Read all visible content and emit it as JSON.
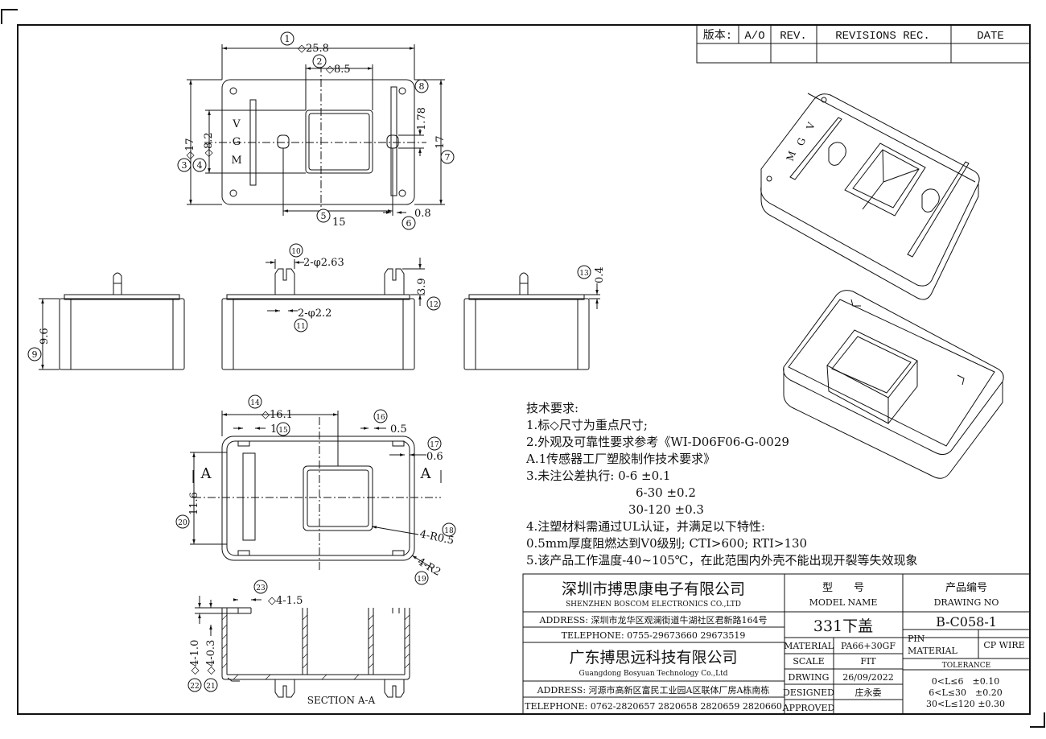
{
  "revision_block": {
    "version_label": "版本:",
    "version_value": "A/O",
    "rev_header": "REV.",
    "revisions_header": "REVISIONS REC.",
    "date_header": "DATE"
  },
  "top_view": {
    "mark_labels": [
      "V",
      "G",
      "M"
    ],
    "dims": {
      "overall_width": "◇25.8",
      "window_width": "◇8.5",
      "slot_offset": "1.78",
      "body_height": "◇17",
      "window_height": "◇8.2",
      "body_height_right": "17",
      "pin_pitch": "15",
      "slot_width": "0.8"
    }
  },
  "side_views": {
    "height": "9.6",
    "pin_dia_top": "2-φ2.63",
    "pin_dia_base": "2-φ2.2",
    "pin_length": "3.9",
    "step": "0.4"
  },
  "bottom_view": {
    "dims": {
      "inner_width": "◇16.1",
      "offset_1": "1",
      "offset_05": "0.5",
      "offset_06": "0.6",
      "inner_height": "11.6",
      "inner_corner": "4-R0.5",
      "outer_corner": "4-R2"
    },
    "section_left": "A",
    "section_right": "A"
  },
  "section_view": {
    "title": "SECTION A-A",
    "dim_top": "◇4-1.5",
    "dim_left_1": "◇4-1.0",
    "dim_left_2": "◇4-0.3"
  },
  "balloons": [
    "1",
    "2",
    "3",
    "4",
    "5",
    "6",
    "7",
    "8",
    "9",
    "10",
    "11",
    "12",
    "13",
    "14",
    "15",
    "16",
    "17",
    "18",
    "19",
    "20",
    "21",
    "22",
    "23"
  ],
  "tech_requirements": [
    "技术要求:",
    "1.标◇尺寸为重点尺寸;",
    "2.外观及可靠性要求参考《WI-D06F06-G-0029",
    "A.1传感器工厂塑胶制作技术要求》",
    "3.未注公差执行: 0-6 ±0.1",
    "6-30 ±0.2",
    "30-120 ±0.3",
    "4.注塑材料需通过UL认证，并满足以下特性:",
    "0.5mm厚度阻燃达到V0级别; CTI>600; RTI>130",
    "5.该产品工作温度-40~105℃，在此范围内外壳不能出现开裂等失效现象"
  ],
  "title_block": {
    "company_cn": "深圳市搏思康电子有限公司",
    "company_en": "SHENZHEN BOSCOM ELECTRONICS CO.,LTD",
    "address1": "ADDRESS: 深圳市龙华区观澜街道牛湖社区君新路164号",
    "telephone1": "TELEPHONE: 0755-29673660 29673519",
    "company2_cn": "广东搏思远科技有限公司",
    "company2_en": "Guangdong Bosyuan Technology Co.,Ltd",
    "address2": "ADDRESS: 河源市高新区富民工业园A区联体厂房A栋南栋",
    "telephone2": "TELEPHONE: 0762-2820657 2820658 2820659 2820660",
    "model_label_cn": "型　　号",
    "model_label_en": "MODEL NAME",
    "model_value": "331下盖",
    "drawing_label_cn": "产品编号",
    "drawing_label_en": "DRAWING NO",
    "drawing_value": "B-C058-1",
    "material_label": "MATERIAL",
    "material_value": "PA66+30GF",
    "pin_material_label_1": "PIN",
    "pin_material_label_2": "MATERIAL",
    "pin_material_value": "CP WIRE",
    "scale_label": "SCALE",
    "scale_value": "FIT",
    "tolerance_label": "TOLERANCE",
    "drwing_label": "DRWING",
    "drwing_value": "26/09/2022",
    "designed_label": "DESIGNED",
    "designed_value": "庄永委",
    "approved_label": "APPROVED",
    "approved_value": "",
    "tolerance_rows": [
      "0<L≤6　±0.10",
      "6<L≤30　±0.20",
      "30<L≤120 ±0.30"
    ]
  }
}
